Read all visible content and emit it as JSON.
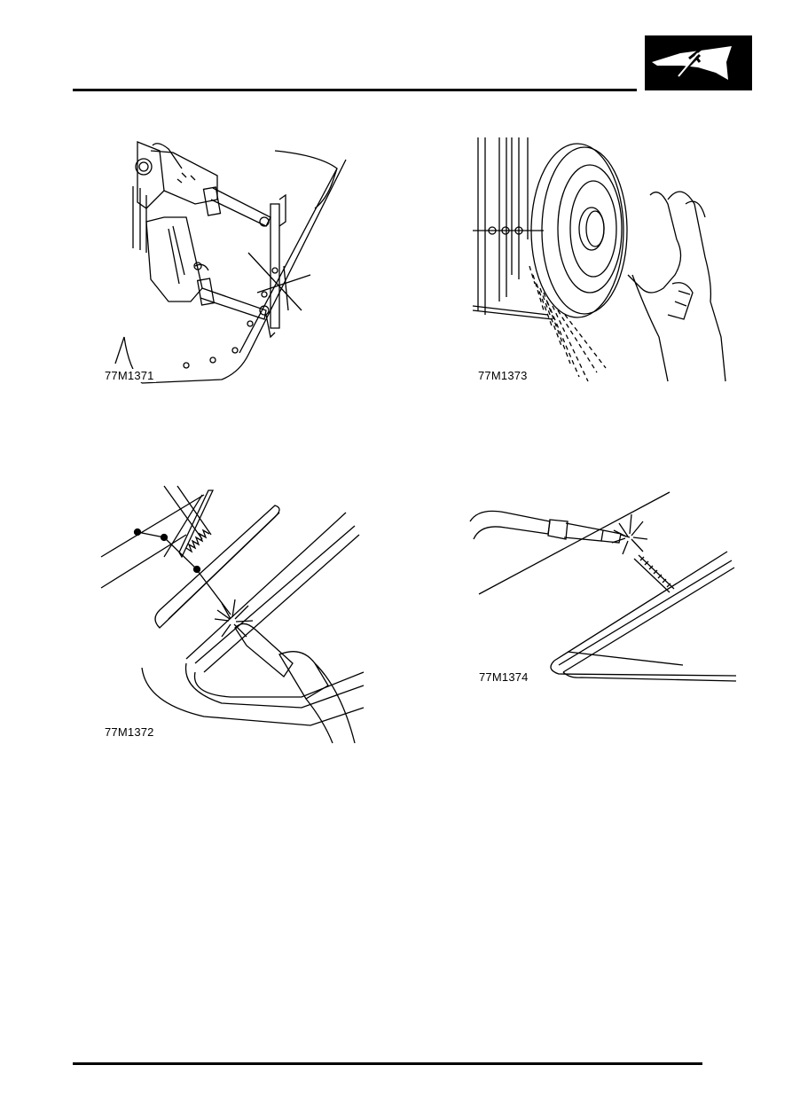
{
  "header": {
    "section_icon": "bodywork-panel-repair-icon"
  },
  "figures": [
    {
      "id": "fig-1",
      "caption": "77M1371",
      "icon": "spot-welder-icon"
    },
    {
      "id": "fig-2",
      "caption": "77M1373",
      "icon": "grinding-disc-icon"
    },
    {
      "id": "fig-3",
      "caption": "77M1372",
      "icon": "mig-welding-torch-icon"
    },
    {
      "id": "fig-4",
      "caption": "77M1374",
      "icon": "seam-welding-torch-icon"
    }
  ]
}
